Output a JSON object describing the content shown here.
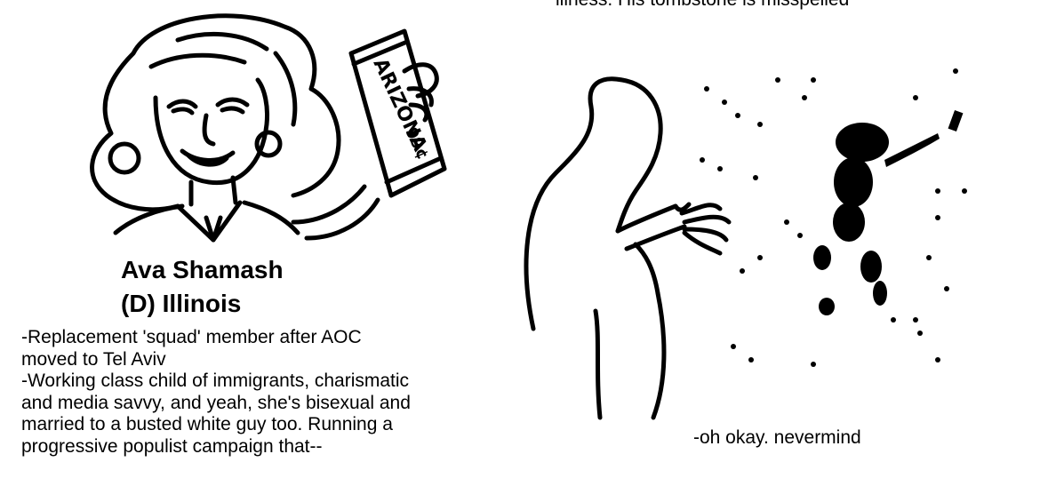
{
  "left_panel": {
    "name": "Ava Shamash",
    "party_state": "(D) Illinois",
    "can_text": "ARIZONA",
    "can_price": "99¢",
    "bio_lines": [
      "-Replacement 'squad' member after AOC",
      "moved to Tel Aviv",
      "-Working class child of immigrants, charismatic",
      "and media savvy, and yeah, she's bisexual and",
      "married to a busted white guy too. Running a",
      "progressive populist campaign that--"
    ]
  },
  "right_panel": {
    "top_caption": "illness. His tombstone is misspelled",
    "bottom_caption": "-oh okay. nevermind"
  }
}
